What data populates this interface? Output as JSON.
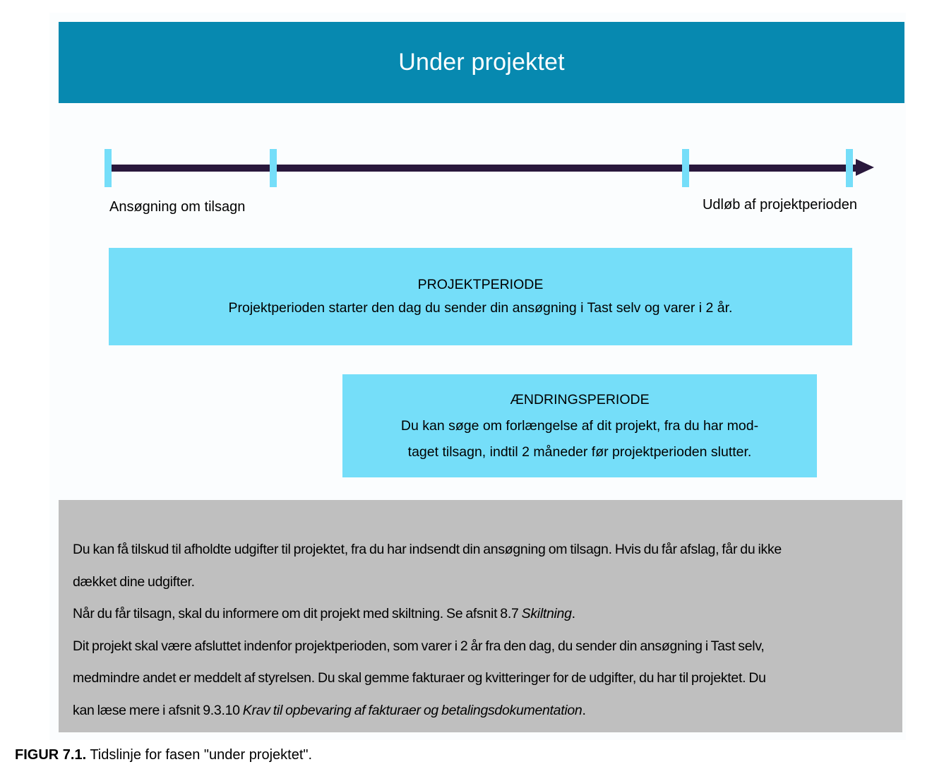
{
  "figure": {
    "header": {
      "title": "Under projektet"
    },
    "timeline": {
      "start_label": "Ansøgning om tilsagn",
      "end_label": "Udløb af projektperioden",
      "tick_count": 4
    },
    "boxes": [
      {
        "title": "PROJEKTPERIODE",
        "lines": [
          "Projektperioden starter den dag du sender din ansøgning i Tast selv og varer i 2 år."
        ]
      },
      {
        "title": "ÆNDRINGSPERIODE",
        "lines": [
          "Du kan søge om forlængelse af dit projekt, fra du har mod-",
          "taget tilsagn, indtil 2 måneder før projektperioden slutter."
        ]
      }
    ],
    "note": {
      "lines": [
        [
          {
            "text": "Du kan få tilskud til afholdte udgifter til projektet, fra du har indsendt din ansøgning om tilsagn. Hvis du får afslag, får du ikke"
          }
        ],
        [
          {
            "text": "dækket dine udgifter."
          }
        ],
        [
          {
            "text": "Når du får tilsagn, skal du informere om dit projekt med skiltning. Se afsnit 8.7 "
          },
          {
            "text": "Skiltning",
            "italic": true
          },
          {
            "text": "."
          }
        ],
        [
          {
            "text": "Dit projekt skal være afsluttet indenfor projektperioden, som varer i 2 år fra den dag, du sender din ansøgning i Tast selv,"
          }
        ],
        [
          {
            "text": "medmindre andet er meddelt af styrelsen. Du skal gemme fakturaer og kvitteringer for de udgifter, du har til projektet. Du"
          }
        ],
        [
          {
            "text": "kan læse mere i afsnit 9.3.10 "
          },
          {
            "text": "Krav til opbevaring af fakturaer og betalingsdokumentation",
            "italic": true
          },
          {
            "text": "."
          }
        ]
      ]
    },
    "caption": {
      "label": "FIGUR 7.1.",
      "text": " Tidslinje for fasen \"under projektet\"."
    }
  },
  "colors": {
    "teal": "#0789B0",
    "cyan": "#75DEF9",
    "dark": "#29183C",
    "gray": "#BFBFBF"
  }
}
